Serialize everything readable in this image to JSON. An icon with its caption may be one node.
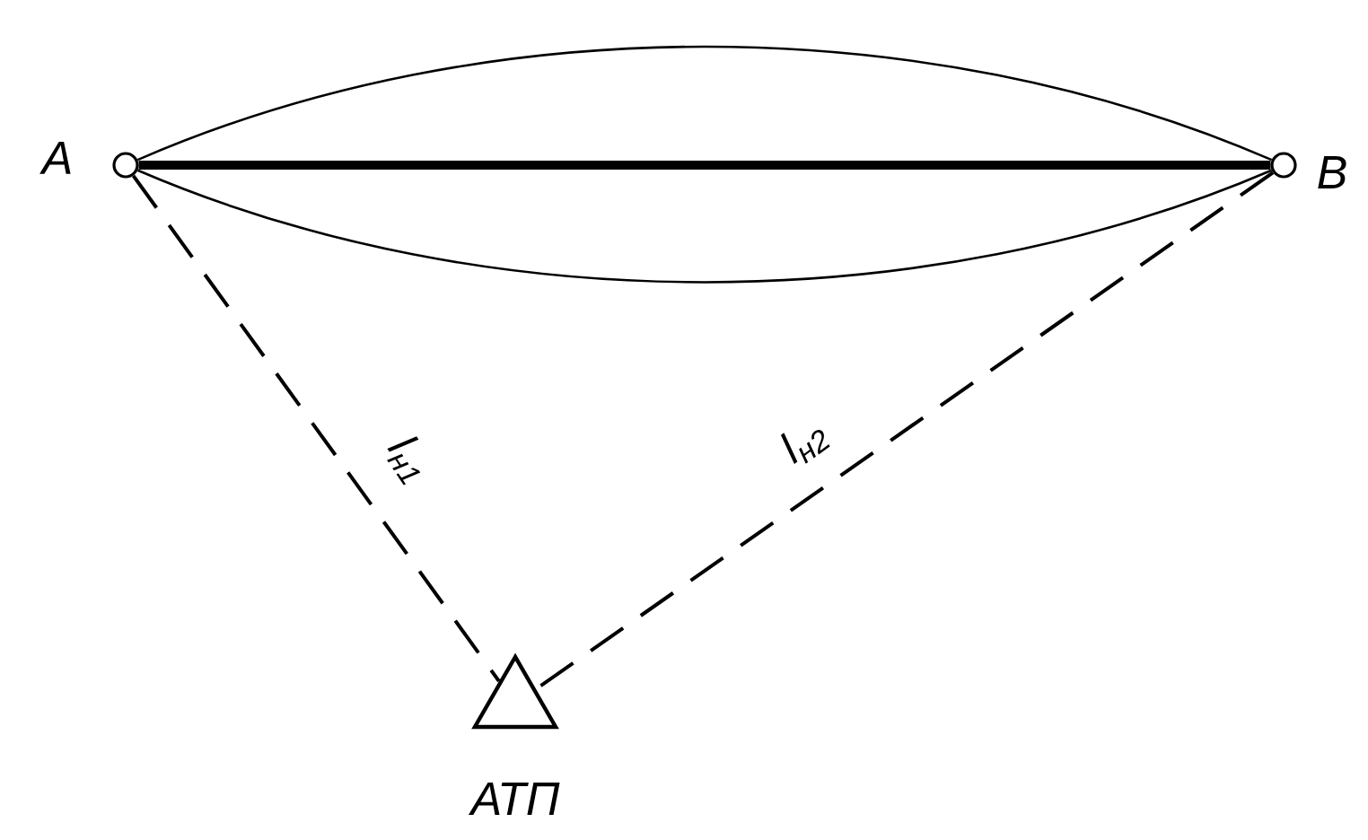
{
  "diagram": {
    "nodes": [
      {
        "text": [],
        "shape": "circle",
        "beside": [
          "A"
        ]
      },
      {
        "text": [],
        "shape": "circle",
        "beside": [
          "B"
        ]
      },
      {
        "text": [],
        "shape": "triangle",
        "beside": [
          "АТП"
        ]
      }
    ],
    "edges": [
      {
        "from": 0,
        "to": 1,
        "arrow": "none"
      },
      {
        "from": 0,
        "to": 1,
        "arrow": "none",
        "style": "thick"
      },
      {
        "from": 0,
        "to": 1,
        "arrow": "none"
      },
      {
        "from": 0,
        "to": 2,
        "arrow": "none",
        "style": "dashed",
        "label": "l$_{н1}$"
      },
      {
        "from": 1,
        "to": 2,
        "arrow": "none",
        "style": "dashed",
        "label": "l$_{н2}$"
      }
    ]
  }
}
